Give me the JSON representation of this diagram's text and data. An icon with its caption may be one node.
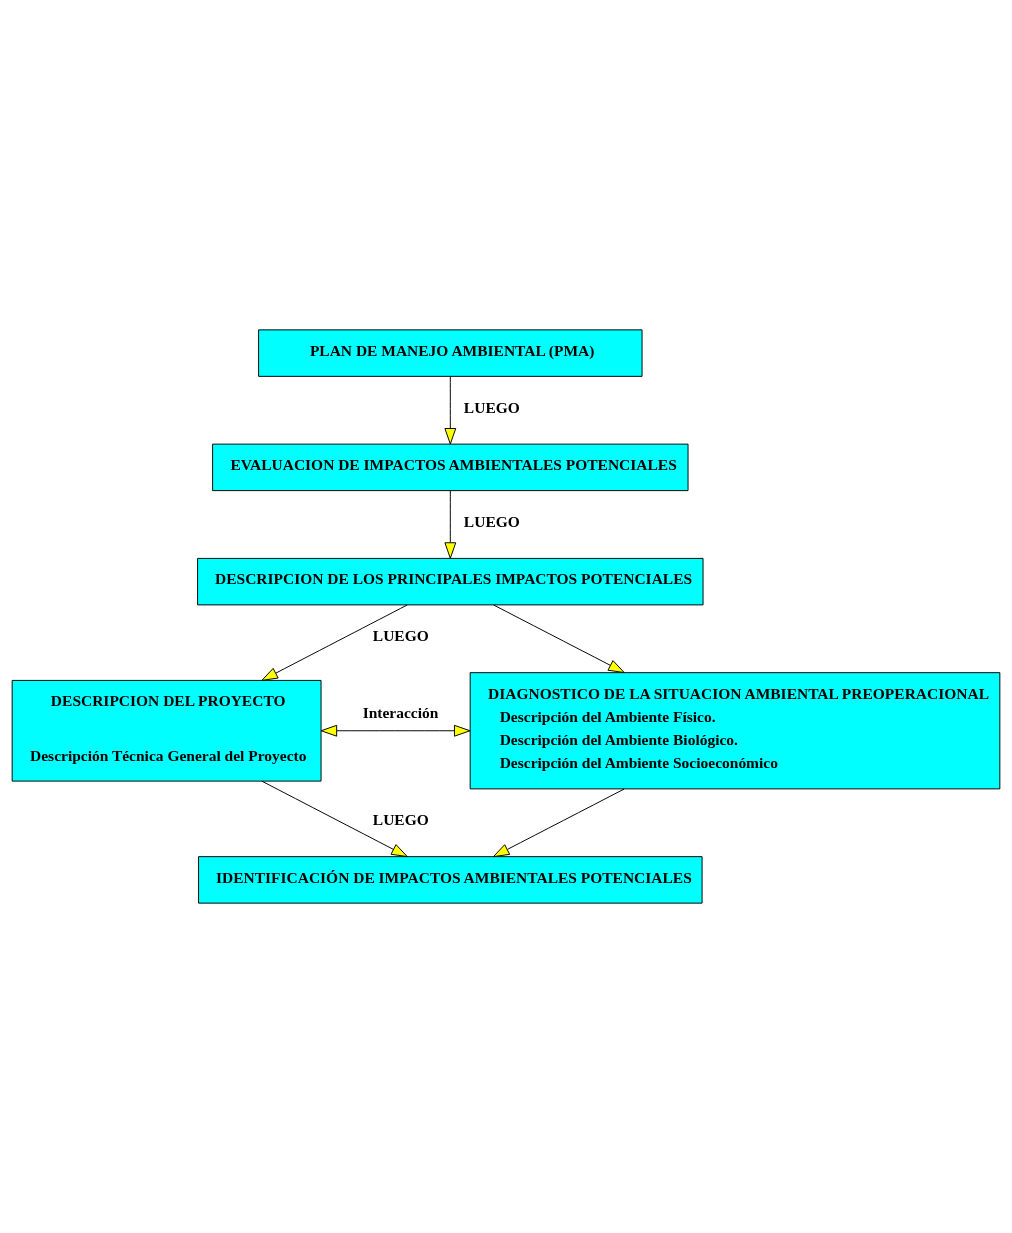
{
  "diagram": {
    "nodes": [
      {
        "text": [
          "PLAN DE MANEJO AMBIENTAL (PMA)"
        ]
      },
      {
        "text": [
          "EVALUACION DE IMPACTOS AMBIENTALES POTENCIALES"
        ]
      },
      {
        "text": [
          "DESCRIPCION DE LOS PRINCIPALES IMPACTOS POTENCIALES"
        ]
      },
      {
        "text": [
          "DESCRIPCION DEL PROYECTO",
          "Descripción Técnica General del Proyecto"
        ]
      },
      {
        "text": [
          "DIAGNOSTICO DE LA SITUACION AMBIENTAL PREOPERACIONAL",
          "Descripción del Ambiente Físico.",
          "Descripción del Ambiente Biológico.",
          "Descripción del Ambiente Socioeconómico"
        ]
      },
      {
        "text": [
          "IDENTIFICACIÓN DE IMPACTOS AMBIENTALES POTENCIALES"
        ]
      }
    ],
    "edges": [
      {
        "from": 0,
        "to": 1,
        "arrow": "to",
        "label": "LUEGO"
      },
      {
        "from": 1,
        "to": 2,
        "arrow": "to",
        "label": "LUEGO"
      },
      {
        "from": 2,
        "to": 3,
        "arrow": "to",
        "label": "LUEGO"
      },
      {
        "from": 2,
        "to": 4,
        "arrow": "to"
      },
      {
        "from": 3,
        "to": 4,
        "arrow": "both",
        "label": "Interacción"
      },
      {
        "from": 3,
        "to": 5,
        "arrow": "to",
        "label": "LUEGO"
      },
      {
        "from": 4,
        "to": 5,
        "arrow": "to"
      }
    ]
  }
}
